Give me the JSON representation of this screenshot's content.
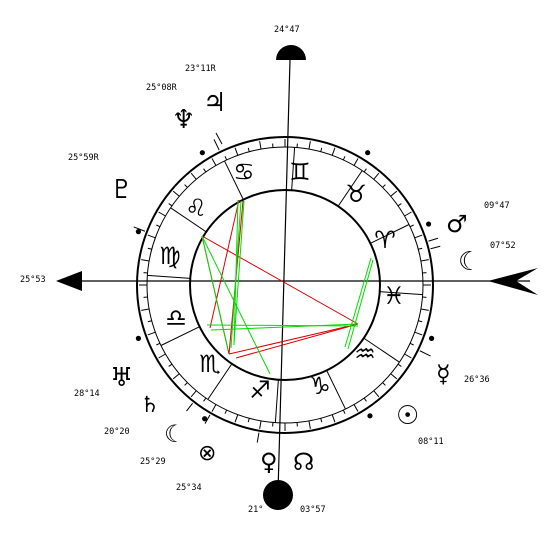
{
  "background": "#ffffff",
  "colors": {
    "ink": "#000000",
    "trine": "#00dd00",
    "square": "#dd0000"
  },
  "axes": {
    "mc": {
      "label": "24°47",
      "symbol": "upper-half-disc"
    },
    "ic": {
      "label": "21°",
      "symbol": "filled-disc"
    },
    "asc": {
      "label": "25°53",
      "symbol": "arrowhead"
    },
    "dsc": {
      "symbol": "chevron-arrowhead"
    }
  },
  "signs": [
    {
      "id": "gemini",
      "glyph": "♊"
    },
    {
      "id": "taurus",
      "glyph": "♉"
    },
    {
      "id": "aries",
      "glyph": "♈"
    },
    {
      "id": "pisces",
      "glyph": "♓"
    },
    {
      "id": "aquarius",
      "glyph": "♒"
    },
    {
      "id": "capricorn",
      "glyph": "♑"
    },
    {
      "id": "sagittarius",
      "glyph": "♐"
    },
    {
      "id": "scorpio",
      "glyph": "♏"
    },
    {
      "id": "libra",
      "glyph": "♎"
    },
    {
      "id": "virgo",
      "glyph": "♍"
    },
    {
      "id": "leo",
      "glyph": "♌"
    },
    {
      "id": "cancer",
      "glyph": "♋"
    }
  ],
  "planets": [
    {
      "id": "jupiter",
      "glyph": "♃",
      "label": "23°11R"
    },
    {
      "id": "neptune",
      "glyph": "♆",
      "label": "25°08R"
    },
    {
      "id": "pluto",
      "glyph": "♇",
      "label": "25°59R"
    },
    {
      "id": "mars",
      "glyph": "♂",
      "label": "09°47"
    },
    {
      "id": "moon",
      "glyph": "☾",
      "label": "07°52"
    },
    {
      "id": "mercury",
      "glyph": "☿",
      "label": "26°36"
    },
    {
      "id": "sun",
      "glyph": "☉",
      "label": "08°11"
    },
    {
      "id": "north-node",
      "glyph": "☊",
      "label": "03°57"
    },
    {
      "id": "venus",
      "glyph": "♀",
      "label": ""
    },
    {
      "id": "uranus",
      "glyph": "♅",
      "label": "28°14"
    },
    {
      "id": "saturn",
      "glyph": "♄",
      "label": "20°20"
    },
    {
      "id": "black-moon",
      "glyph": "☾",
      "label": "25°29"
    },
    {
      "id": "part-of-fortune",
      "glyph": "⊗",
      "label": "25°34"
    }
  ]
}
